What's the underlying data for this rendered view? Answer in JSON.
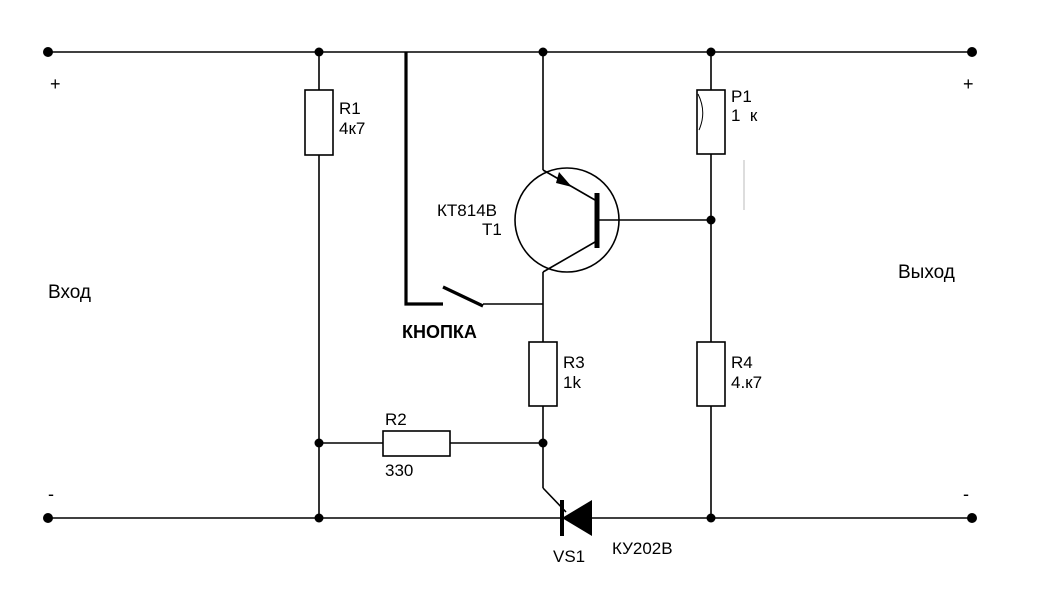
{
  "diagram": {
    "terminals": {
      "input_label": "Вход",
      "output_label": "Выход",
      "plus": "+",
      "minus": "-"
    },
    "components": {
      "r1": {
        "ref": "R1",
        "value": "4к7"
      },
      "r2": {
        "ref": "R2",
        "value": "330"
      },
      "r3": {
        "ref": "R3",
        "value": "1k"
      },
      "r4": {
        "ref": "R4",
        "value": "4.к7"
      },
      "p1": {
        "ref": "P1",
        "value": "1  к"
      },
      "t1": {
        "ref": "T1",
        "type": "КТ814В"
      },
      "vs1": {
        "ref": "VS1",
        "type": "КУ202В"
      },
      "button": {
        "label": "КНОПКА"
      }
    }
  }
}
